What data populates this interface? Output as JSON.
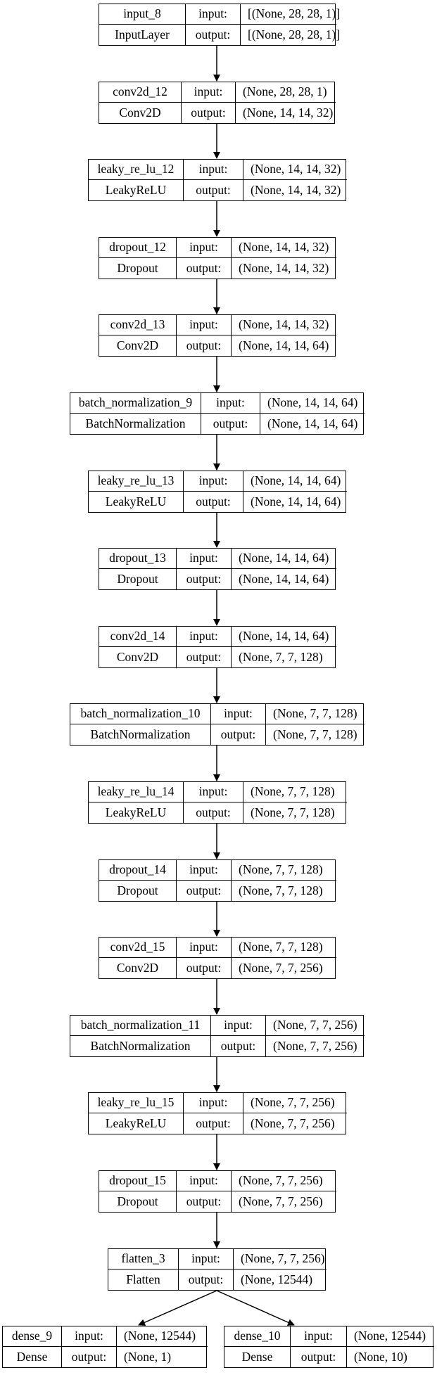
{
  "diagram": {
    "layers": [
      {
        "id": "input_8",
        "name": "input_8",
        "type": "InputLayer",
        "input_label": "input:",
        "output_label": "output:",
        "input_shape": "[(None, 28, 28, 1)]",
        "output_shape": "[(None, 28, 28, 1)]"
      },
      {
        "id": "conv2d_12",
        "name": "conv2d_12",
        "type": "Conv2D",
        "input_label": "input:",
        "output_label": "output:",
        "input_shape": "(None, 28, 28, 1)",
        "output_shape": "(None, 14, 14, 32)"
      },
      {
        "id": "leaky_re_lu_12",
        "name": "leaky_re_lu_12",
        "type": "LeakyReLU",
        "input_label": "input:",
        "output_label": "output:",
        "input_shape": "(None, 14, 14, 32)",
        "output_shape": "(None, 14, 14, 32)"
      },
      {
        "id": "dropout_12",
        "name": "dropout_12",
        "type": "Dropout",
        "input_label": "input:",
        "output_label": "output:",
        "input_shape": "(None, 14, 14, 32)",
        "output_shape": "(None, 14, 14, 32)"
      },
      {
        "id": "conv2d_13",
        "name": "conv2d_13",
        "type": "Conv2D",
        "input_label": "input:",
        "output_label": "output:",
        "input_shape": "(None, 14, 14, 32)",
        "output_shape": "(None, 14, 14, 64)"
      },
      {
        "id": "batch_normalization_9",
        "name": "batch_normalization_9",
        "type": "BatchNormalization",
        "input_label": "input:",
        "output_label": "output:",
        "input_shape": "(None, 14, 14, 64)",
        "output_shape": "(None, 14, 14, 64)"
      },
      {
        "id": "leaky_re_lu_13",
        "name": "leaky_re_lu_13",
        "type": "LeakyReLU",
        "input_label": "input:",
        "output_label": "output:",
        "input_shape": "(None, 14, 14, 64)",
        "output_shape": "(None, 14, 14, 64)"
      },
      {
        "id": "dropout_13",
        "name": "dropout_13",
        "type": "Dropout",
        "input_label": "input:",
        "output_label": "output:",
        "input_shape": "(None, 14, 14, 64)",
        "output_shape": "(None, 14, 14, 64)"
      },
      {
        "id": "conv2d_14",
        "name": "conv2d_14",
        "type": "Conv2D",
        "input_label": "input:",
        "output_label": "output:",
        "input_shape": "(None, 14, 14, 64)",
        "output_shape": "(None, 7, 7, 128)"
      },
      {
        "id": "batch_normalization_10",
        "name": "batch_normalization_10",
        "type": "BatchNormalization",
        "input_label": "input:",
        "output_label": "output:",
        "input_shape": "(None, 7, 7, 128)",
        "output_shape": "(None, 7, 7, 128)"
      },
      {
        "id": "leaky_re_lu_14",
        "name": "leaky_re_lu_14",
        "type": "LeakyReLU",
        "input_label": "input:",
        "output_label": "output:",
        "input_shape": "(None, 7, 7, 128)",
        "output_shape": "(None, 7, 7, 128)"
      },
      {
        "id": "dropout_14",
        "name": "dropout_14",
        "type": "Dropout",
        "input_label": "input:",
        "output_label": "output:",
        "input_shape": "(None, 7, 7, 128)",
        "output_shape": "(None, 7, 7, 128)"
      },
      {
        "id": "conv2d_15",
        "name": "conv2d_15",
        "type": "Conv2D",
        "input_label": "input:",
        "output_label": "output:",
        "input_shape": "(None, 7, 7, 128)",
        "output_shape": "(None, 7, 7, 256)"
      },
      {
        "id": "batch_normalization_11",
        "name": "batch_normalization_11",
        "type": "BatchNormalization",
        "input_label": "input:",
        "output_label": "output:",
        "input_shape": "(None, 7, 7, 256)",
        "output_shape": "(None, 7, 7, 256)"
      },
      {
        "id": "leaky_re_lu_15",
        "name": "leaky_re_lu_15",
        "type": "LeakyReLU",
        "input_label": "input:",
        "output_label": "output:",
        "input_shape": "(None, 7, 7, 256)",
        "output_shape": "(None, 7, 7, 256)"
      },
      {
        "id": "dropout_15",
        "name": "dropout_15",
        "type": "Dropout",
        "input_label": "input:",
        "output_label": "output:",
        "input_shape": "(None, 7, 7, 256)",
        "output_shape": "(None, 7, 7, 256)"
      },
      {
        "id": "flatten_3",
        "name": "flatten_3",
        "type": "Flatten",
        "input_label": "input:",
        "output_label": "output:",
        "input_shape": "(None, 7, 7, 256)",
        "output_shape": "(None, 12544)"
      },
      {
        "id": "dense_9",
        "name": "dense_9",
        "type": "Dense",
        "input_label": "input:",
        "output_label": "output:",
        "input_shape": "(None, 12544)",
        "output_shape": "(None, 1)"
      },
      {
        "id": "dense_10",
        "name": "dense_10",
        "type": "Dense",
        "input_label": "input:",
        "output_label": "output:",
        "input_shape": "(None, 12544)",
        "output_shape": "(None, 10)"
      }
    ],
    "edges": [
      [
        "input_8",
        "conv2d_12"
      ],
      [
        "conv2d_12",
        "leaky_re_lu_12"
      ],
      [
        "leaky_re_lu_12",
        "dropout_12"
      ],
      [
        "dropout_12",
        "conv2d_13"
      ],
      [
        "conv2d_13",
        "batch_normalization_9"
      ],
      [
        "batch_normalization_9",
        "leaky_re_lu_13"
      ],
      [
        "leaky_re_lu_13",
        "dropout_13"
      ],
      [
        "dropout_13",
        "conv2d_14"
      ],
      [
        "conv2d_14",
        "batch_normalization_10"
      ],
      [
        "batch_normalization_10",
        "leaky_re_lu_14"
      ],
      [
        "leaky_re_lu_14",
        "dropout_14"
      ],
      [
        "dropout_14",
        "conv2d_15"
      ],
      [
        "conv2d_15",
        "batch_normalization_11"
      ],
      [
        "batch_normalization_11",
        "leaky_re_lu_15"
      ],
      [
        "leaky_re_lu_15",
        "dropout_15"
      ],
      [
        "dropout_15",
        "flatten_3"
      ],
      [
        "flatten_3",
        "dense_9"
      ],
      [
        "flatten_3",
        "dense_10"
      ]
    ]
  }
}
